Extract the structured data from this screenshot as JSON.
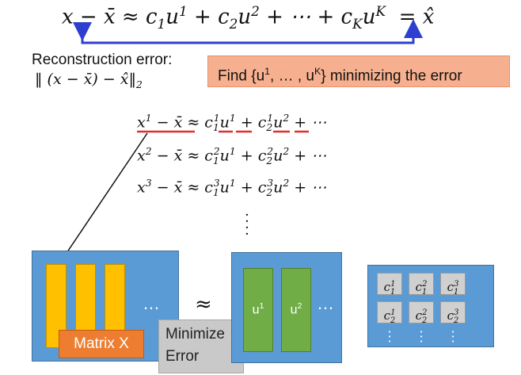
{
  "top_equation": "x − x̄ ≈ c₁u¹ + c₂u² + ⋯ + c_K u^K = x̂",
  "reconstruction": {
    "title": "Reconstruction error:",
    "formula": "‖ (x − x̄) − x̂‖₂"
  },
  "find_box": "Find {u¹, … , u^K} minimizing the error",
  "equations": [
    "x¹ − x̄ ≈ c₁¹u¹ + c₂¹u² + ⋯",
    "x² − x̄ ≈ c₁²u¹ + c₂²u² + ⋯",
    "x³ − x̄ ≈ c₁³u¹ + c₂³u² + ⋯"
  ],
  "matrix_label": "Matrix X",
  "minimize_label": "Minimize Error",
  "approx_symbol": "≈",
  "ellipsis": "…",
  "u_bars": [
    "u¹",
    "u²"
  ],
  "coef_grid": [
    [
      "c₁¹",
      "c₁²",
      "c₁³"
    ],
    [
      "c₂¹",
      "c₂²",
      "c₂³"
    ]
  ],
  "colors": {
    "panel": "#5b9bd5",
    "matrix_column": "#ffc000",
    "u_column": "#70ad47",
    "matrix_label_bg": "#ed7d31",
    "find_box_bg": "#f6b08f",
    "arrow": "#2e3fd0",
    "underline": "#e0302a"
  }
}
